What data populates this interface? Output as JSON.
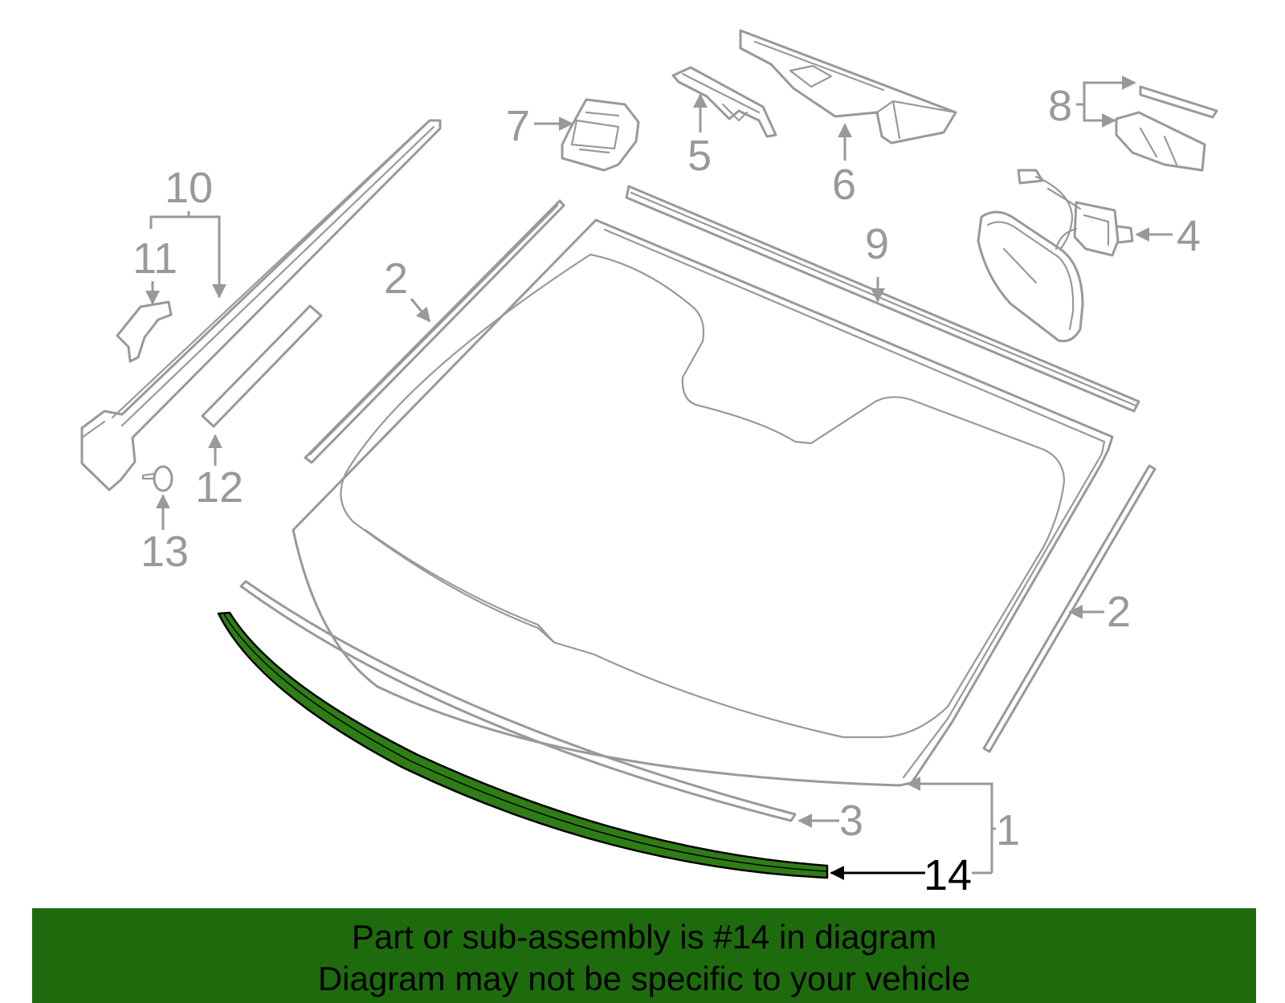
{
  "diagram": {
    "callouts": {
      "c1": "1",
      "c2a": "2",
      "c2b": "2",
      "c3": "3",
      "c4": "4",
      "c5": "5",
      "c6": "6",
      "c7": "7",
      "c8": "8",
      "c9": "9",
      "c10": "10",
      "c11": "11",
      "c12": "12",
      "c13": "13",
      "c14": "14"
    },
    "highlighted_part": "14",
    "colors": {
      "line_art": "#999999",
      "highlight_fill": "#2f7d16",
      "banner_background": "#1e6b0d"
    }
  },
  "banner": {
    "line1": "Part or sub-assembly is #14 in diagram",
    "line2": "Diagram may not be specific to your vehicle"
  }
}
